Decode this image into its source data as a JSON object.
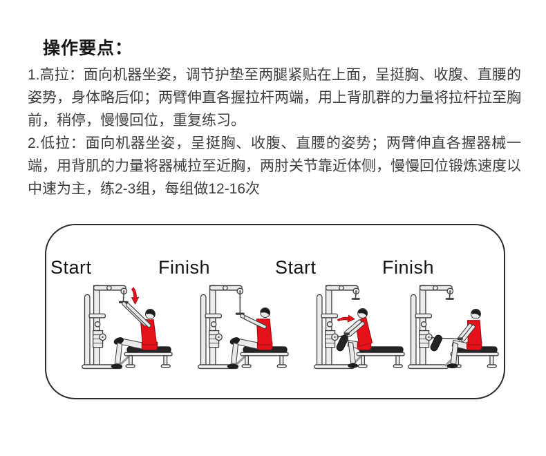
{
  "content": {
    "title": "操作要点：",
    "paragraphs": [
      "1.高拉：面向机器坐姿，调节护垫至两腿紧贴在上面，呈挺胸、收腹、直腰的姿势，身体略后仰；两臂伸直各握拉杆两端，用上背肌群的力量将拉杆拉至胸前，稍停，慢慢回位，重复练习。",
      "2.低拉：面向机器坐姿，呈挺胸、收腹、直腰的姿势；两臂伸直各握器械一端，用背肌的力量将器械拉至近胸，两肘关节靠近体侧，慢慢回位锻炼速度以中速为主，练2-3组，每组做12-16次"
    ]
  },
  "diagram": {
    "figures": [
      {
        "label": "Start",
        "exercise": "high-pull",
        "phase": "start",
        "arrow": "down-arrow"
      },
      {
        "label": "Finish",
        "exercise": "high-pull",
        "phase": "finish",
        "arrow": null
      },
      {
        "label": "Start",
        "exercise": "low-pull",
        "phase": "start",
        "arrow": "right-arrow"
      },
      {
        "label": "Finish",
        "exercise": "low-pull",
        "phase": "finish",
        "arrow": null
      }
    ],
    "colors": {
      "accent_red": "#e5121c",
      "outline": "#3f3f3f",
      "machine_gray": "#ececec",
      "text_dark": "#151515",
      "text_body": "#3e3e3e",
      "border": "#2b2b2b"
    }
  }
}
